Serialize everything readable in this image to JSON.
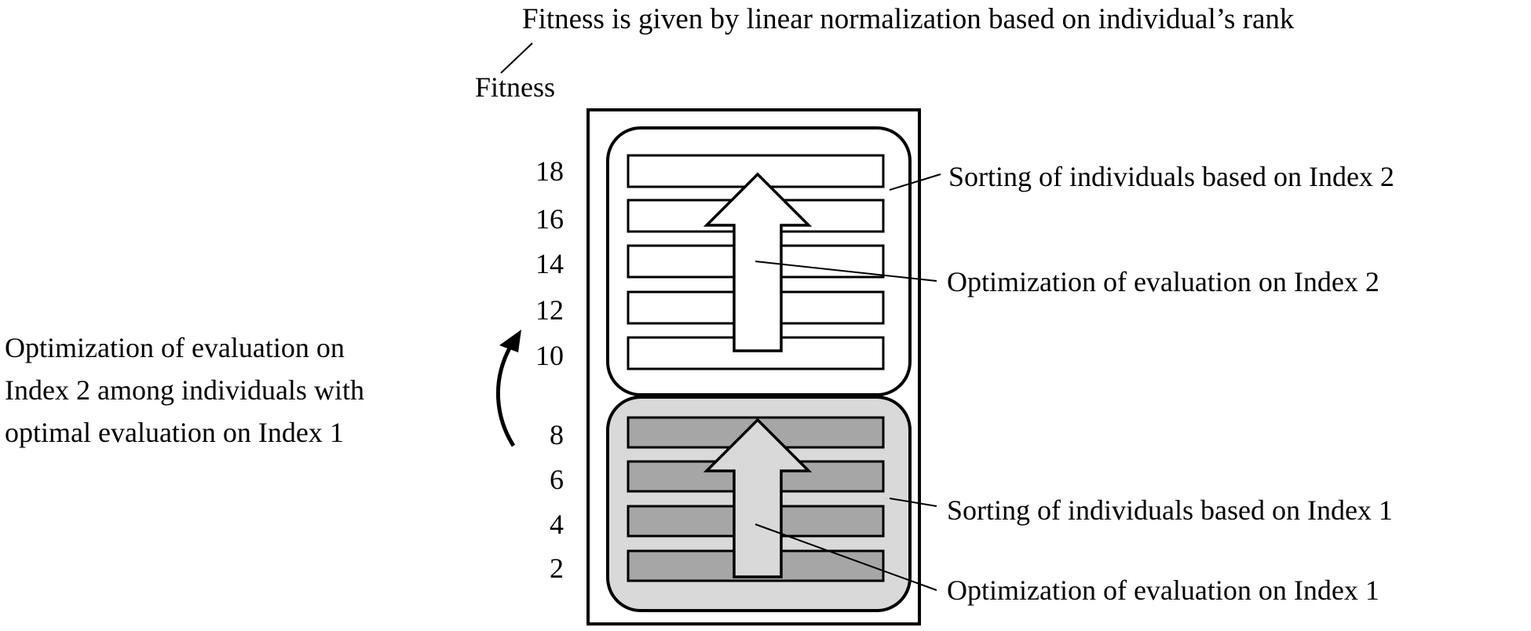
{
  "title": "Fitness is given by linear normalization based on individual’s rank",
  "axis_label": "Fitness",
  "fitness_ticks": [
    "18",
    "16",
    "14",
    "12",
    "10",
    "8",
    "6",
    "4",
    "2"
  ],
  "left_note": {
    "lines": [
      "Optimization  of evaluation on",
      "Index 2 among individuals with",
      "optimal evaluation on Index 1"
    ]
  },
  "right_labels": {
    "sort_index2": "Sorting of individuals  based on Index 2",
    "opt_index2": "Optimization  of evaluation on Index 2",
    "sort_index1": "Sorting of individuals  based on Index 1",
    "opt_index1": "Optimization  of evaluation on Index 1"
  },
  "colors": {
    "upper_group_fill": "#ffffff",
    "lower_group_fill": "#d9d9d9",
    "lower_bar_fill": "#a6a6a6",
    "lower_arrow_fill": "#d9d9d9",
    "stroke": "#000000"
  }
}
